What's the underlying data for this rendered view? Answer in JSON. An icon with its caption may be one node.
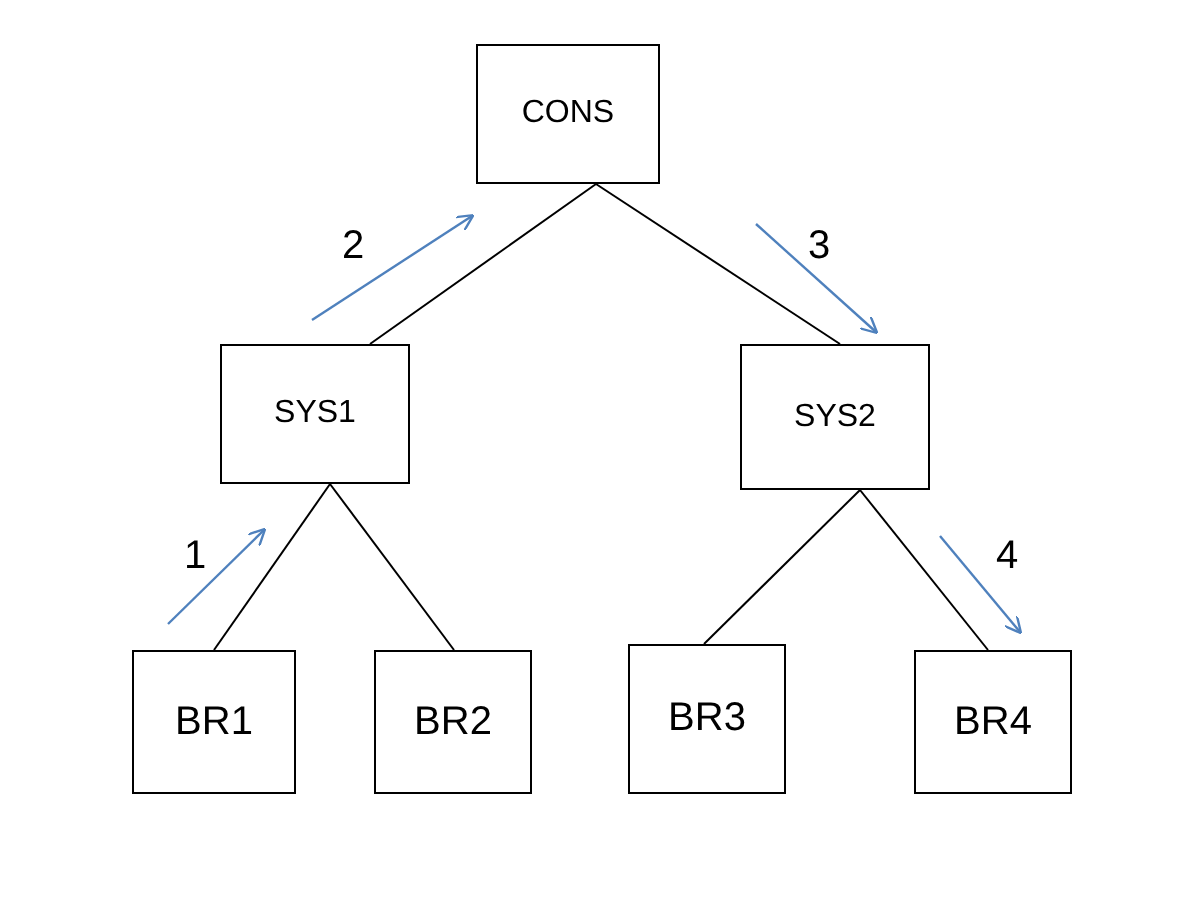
{
  "diagram": {
    "nodes": [
      {
        "text": [
          "CONS"
        ]
      },
      {
        "text": [
          "SYS1"
        ]
      },
      {
        "text": [
          "SYS2"
        ]
      },
      {
        "text": [
          "BR1"
        ]
      },
      {
        "text": [
          "BR2"
        ]
      },
      {
        "text": [
          "BR3"
        ]
      },
      {
        "text": [
          "BR4"
        ]
      }
    ],
    "edges": [
      {
        "from": 0,
        "to": 1,
        "arrow": "none"
      },
      {
        "from": 0,
        "to": 2,
        "arrow": "none"
      },
      {
        "from": 1,
        "to": 3,
        "arrow": "none"
      },
      {
        "from": 1,
        "to": 4,
        "arrow": "none"
      },
      {
        "from": 2,
        "to": 5,
        "arrow": "none"
      },
      {
        "from": 2,
        "to": 6,
        "arrow": "none"
      }
    ],
    "labels": [
      "2",
      "3",
      "1",
      "4"
    ]
  }
}
